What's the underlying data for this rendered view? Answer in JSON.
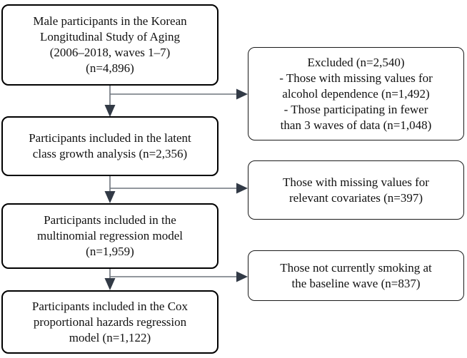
{
  "flow": {
    "nodes": [
      {
        "name": "klosa-population",
        "lines": [
          "Male participants in the Korean",
          "Longitudinal Study of Aging",
          "(2006–2018, waves 1–7)",
          "(n=4,896)"
        ]
      },
      {
        "name": "latent-class-growth-analysis",
        "lines": [
          "Participants included in the latent",
          "class growth analysis (n=2,356)"
        ]
      },
      {
        "name": "multinomial-regression-model",
        "lines": [
          "Participants included in the",
          "multinomial regression model",
          "(n=1,959)"
        ]
      },
      {
        "name": "cox-regression-model",
        "lines": [
          "Participants included in the Cox",
          "proportional hazards regression",
          "model (n=1,122)"
        ]
      }
    ],
    "exclusions": [
      {
        "name": "excluded-baseline",
        "lines": [
          "Excluded (n=2,540)",
          "- Those with missing values for",
          "alcohol dependence (n=1,492)",
          "- Those participating in fewer",
          "than 3 waves of data (n=1,048)"
        ]
      },
      {
        "name": "excluded-covariates",
        "lines": [
          "Those with missing values for",
          "relevant covariates (n=397)"
        ]
      },
      {
        "name": "excluded-smoking",
        "lines": [
          "Those not currently smoking at",
          "the baseline wave (n=837)"
        ]
      }
    ],
    "colors": {
      "page_background": "#ffffff",
      "box_background": "#ffffff",
      "main_box_border": "#000000",
      "exclusion_box_border": "#1a1a1a",
      "connector_line": "#6e757d",
      "arrowhead": "#323a46",
      "text": "#111111"
    }
  }
}
